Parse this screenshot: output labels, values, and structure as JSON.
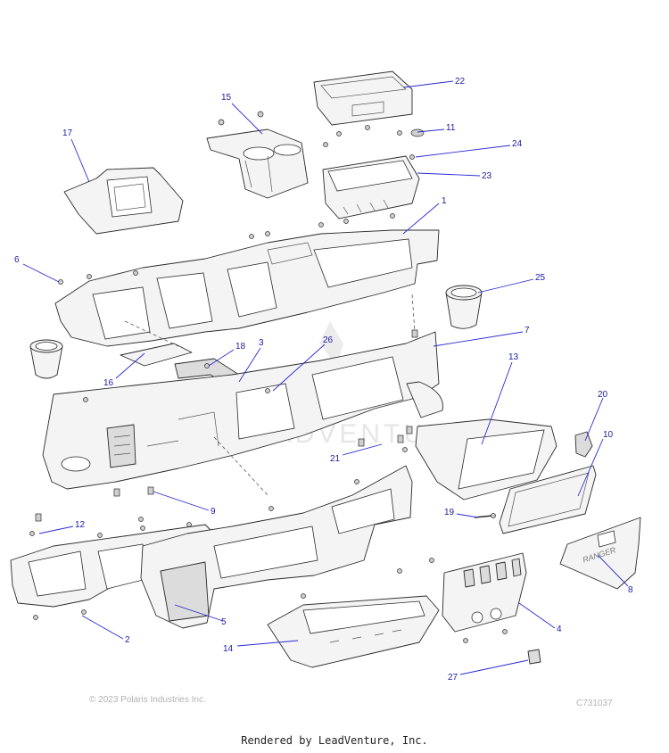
{
  "diagram": {
    "copyright": "© 2023 Polaris Industries Inc.",
    "diagram_code": "C731037",
    "render_credit": "Rendered by LeadVenture, Inc.",
    "watermark": "LEADVENTURE",
    "panel_8_embossed_text": "RANGER",
    "colors": {
      "callout": "#1a1aa6",
      "leader": "#2a2ad0",
      "line": "#2b2b2b"
    },
    "callouts": [
      "1",
      "2",
      "3",
      "4",
      "5",
      "6",
      "7",
      "8",
      "9",
      "10",
      "11",
      "12",
      "13",
      "14",
      "15",
      "16",
      "17",
      "18",
      "19",
      "20",
      "21",
      "22",
      "23",
      "24",
      "25",
      "26",
      "27"
    ]
  }
}
